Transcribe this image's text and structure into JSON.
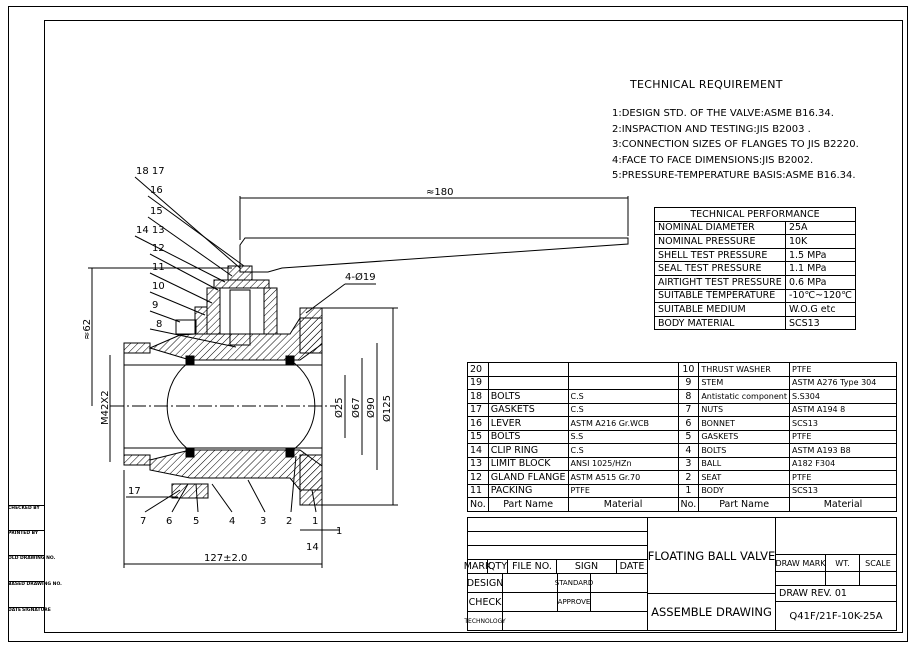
{
  "technical_requirement": {
    "title": "TECHNICAL REQUIREMENT",
    "items": [
      "1:DESIGN STD. OF THE VALVE:ASME B16.34.",
      "2:INSPACTION AND TESTING:JIS B2003 .",
      "3:CONNECTION SIZES OF FLANGES TO JIS B2220.",
      "4:FACE TO FACE DIMENSIONS:JIS B2002.",
      "5:PRESSURE-TEMPERATURE BASIS:ASME B16.34."
    ]
  },
  "technical_performance": {
    "title": "TECHNICAL PERFORMANCE",
    "rows": [
      {
        "label": "NOMINAL DIAMETER",
        "value": "25A"
      },
      {
        "label": "NOMINAL PRESSURE",
        "value": "10K"
      },
      {
        "label": "SHELL TEST PRESSURE",
        "value": "1.5 MPa"
      },
      {
        "label": "SEAL TEST PRESSURE",
        "value": "1.1 MPa"
      },
      {
        "label": "AIRTIGHT TEST PRESSURE",
        "value": "0.6 MPa"
      },
      {
        "label": "SUITABLE TEMPERATURE",
        "value": "-10℃~120℃"
      },
      {
        "label": "SUITABLE MEDIUM",
        "value": "W.O.G etc"
      },
      {
        "label": "BODY MATERIAL",
        "value": "SCS13"
      }
    ]
  },
  "bom": {
    "header": {
      "no": "No.",
      "part": "Part Name",
      "material": "Material"
    },
    "rows": [
      {
        "l_no": "20",
        "l_part": "",
        "l_mat": "",
        "r_no": "10",
        "r_part": "THRUST WASHER",
        "r_mat": "PTFE"
      },
      {
        "l_no": "19",
        "l_part": "",
        "l_mat": "",
        "r_no": "9",
        "r_part": "STEM",
        "r_mat": "ASTM A276 Type 304"
      },
      {
        "l_no": "18",
        "l_part": "BOLTS",
        "l_mat": "C.S",
        "r_no": "8",
        "r_part": "Antistatic component",
        "r_mat": "S.S304"
      },
      {
        "l_no": "17",
        "l_part": "GASKETS",
        "l_mat": "C.S",
        "r_no": "7",
        "r_part": "NUTS",
        "r_mat": "ASTM A194 8"
      },
      {
        "l_no": "16",
        "l_part": "LEVER",
        "l_mat": "ASTM A216 Gr.WCB",
        "r_no": "6",
        "r_part": "BONNET",
        "r_mat": "SCS13"
      },
      {
        "l_no": "15",
        "l_part": "BOLTS",
        "l_mat": "S.S",
        "r_no": "5",
        "r_part": "GASKETS",
        "r_mat": "PTFE"
      },
      {
        "l_no": "14",
        "l_part": "CLIP RING",
        "l_mat": "C.S",
        "r_no": "4",
        "r_part": "BOLTS",
        "r_mat": "ASTM A193 B8"
      },
      {
        "l_no": "13",
        "l_part": "LIMIT BLOCK",
        "l_mat": "ANSI 1025/HZn",
        "r_no": "3",
        "r_part": "BALL",
        "r_mat": "A182 F304"
      },
      {
        "l_no": "12",
        "l_part": "GLAND FLANGE",
        "l_mat": "ASTM A515 Gr.70",
        "r_no": "2",
        "r_part": "SEAT",
        "r_mat": "PTFE"
      },
      {
        "l_no": "11",
        "l_part": "PACKING",
        "l_mat": "PTFE",
        "r_no": "1",
        "r_part": "BODY",
        "r_mat": "SCS13"
      }
    ]
  },
  "title_block": {
    "mark": "MARK",
    "qty": "QTY",
    "file_no": "FILE NO.",
    "sign": "SIGN",
    "date": "DATE",
    "product": "FLOATING BALL VALVE",
    "draw_mark": "DRAW MARK",
    "wt": "WT.",
    "scale": "SCALE",
    "design": "DESIGN",
    "check": "CHECK",
    "technology": "TECHNOLOGY",
    "standard": "STANDARD",
    "approve": "APPROVE",
    "drawing_type": "ASSEMBLE DRAWING",
    "draw_rev": "DRAW REV. 01",
    "model": "Q41F/21F-10K-25A"
  },
  "side_block": [
    "CHECKED BY",
    "PRINTED BY",
    "OLD DRAWING NO.",
    "BASED DRAWING NO.",
    "DATE",
    "SIGNATURE"
  ],
  "dimensions": {
    "lever_length": "≈180",
    "height": "≈62",
    "thread": "M42X2",
    "bolt_holes": "4-Ø19",
    "bore": "Ø25",
    "dia_67": "Ø67",
    "dia_90": "Ø90",
    "dia_125": "Ø125",
    "face_to_face": "127±2.0",
    "dim_14": "14",
    "dim_1": "1"
  },
  "balloons": {
    "b18_17": "18 17",
    "b16": "16",
    "b15": "15",
    "b14_13": "14 13",
    "b12": "12",
    "b11": "11",
    "b10": "10",
    "b9": "9",
    "b8": "8",
    "b17": "17",
    "b7": "7",
    "b6": "6",
    "b5": "5",
    "b4": "4",
    "b3": "3",
    "b2": "2",
    "b1": "1"
  }
}
